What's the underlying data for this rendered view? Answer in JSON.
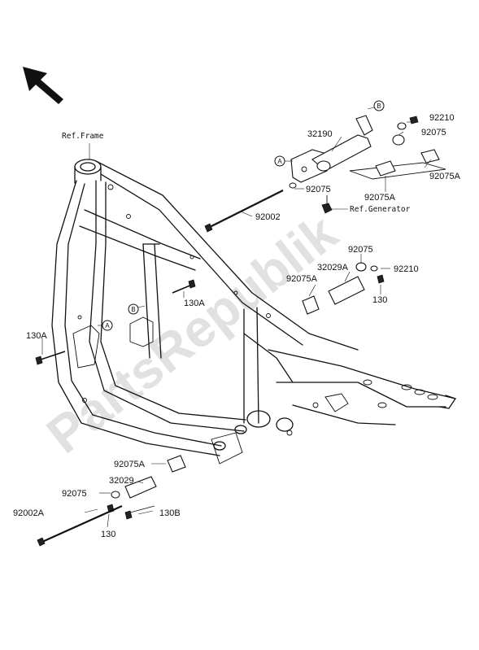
{
  "watermark": "PartsRepublik",
  "refs": {
    "frame": "Ref.Frame",
    "generator": "Ref.Generator"
  },
  "callouts": {
    "a_top": "A",
    "b_top": "B",
    "a_left": "A",
    "b_mid": "B"
  },
  "labels": {
    "l32190": "32190",
    "l92210_top": "92210",
    "l92075_top": "92075",
    "l92075a_top": "92075A",
    "l92075_mid": "92075",
    "l92075a_mid": "92075A",
    "l92002": "92002",
    "l92075_right": "92075",
    "l32029a": "32029A",
    "l92210_right": "92210",
    "l92075a_right": "92075A",
    "l130_right": "130",
    "l130a_mid": "130A",
    "l130a_left": "130A",
    "l92075a_bottom": "92075A",
    "l32029": "32029",
    "l92075_bottom": "92075",
    "l92002a": "92002A",
    "l130_bottom": "130",
    "l130b": "130B"
  }
}
